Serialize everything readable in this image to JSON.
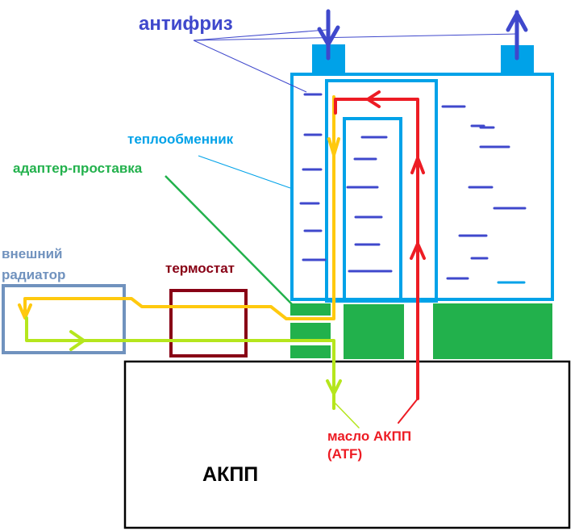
{
  "labels": {
    "antifreeze": "антифриз",
    "heat_exchanger": "теплообменник",
    "adapter_spacer": "адаптер-проставка",
    "external_radiator_line1": "внешний",
    "external_radiator_line2": "радиатор",
    "thermostat": "термостат",
    "atf_line1": "масло АКПП",
    "atf_line2": "(ATF)",
    "transmission": "АКПП"
  },
  "colors": {
    "antifreeze": "#3f48cc",
    "heat_exchanger": "#00a2e8",
    "adapter": "#22b14c",
    "radiator": "#7092be",
    "thermostat": "#880015",
    "atf": "#ed1c24",
    "hot_oil": "#ffc90e",
    "cool_oil": "#b5e61d",
    "transmission": "#000000"
  }
}
